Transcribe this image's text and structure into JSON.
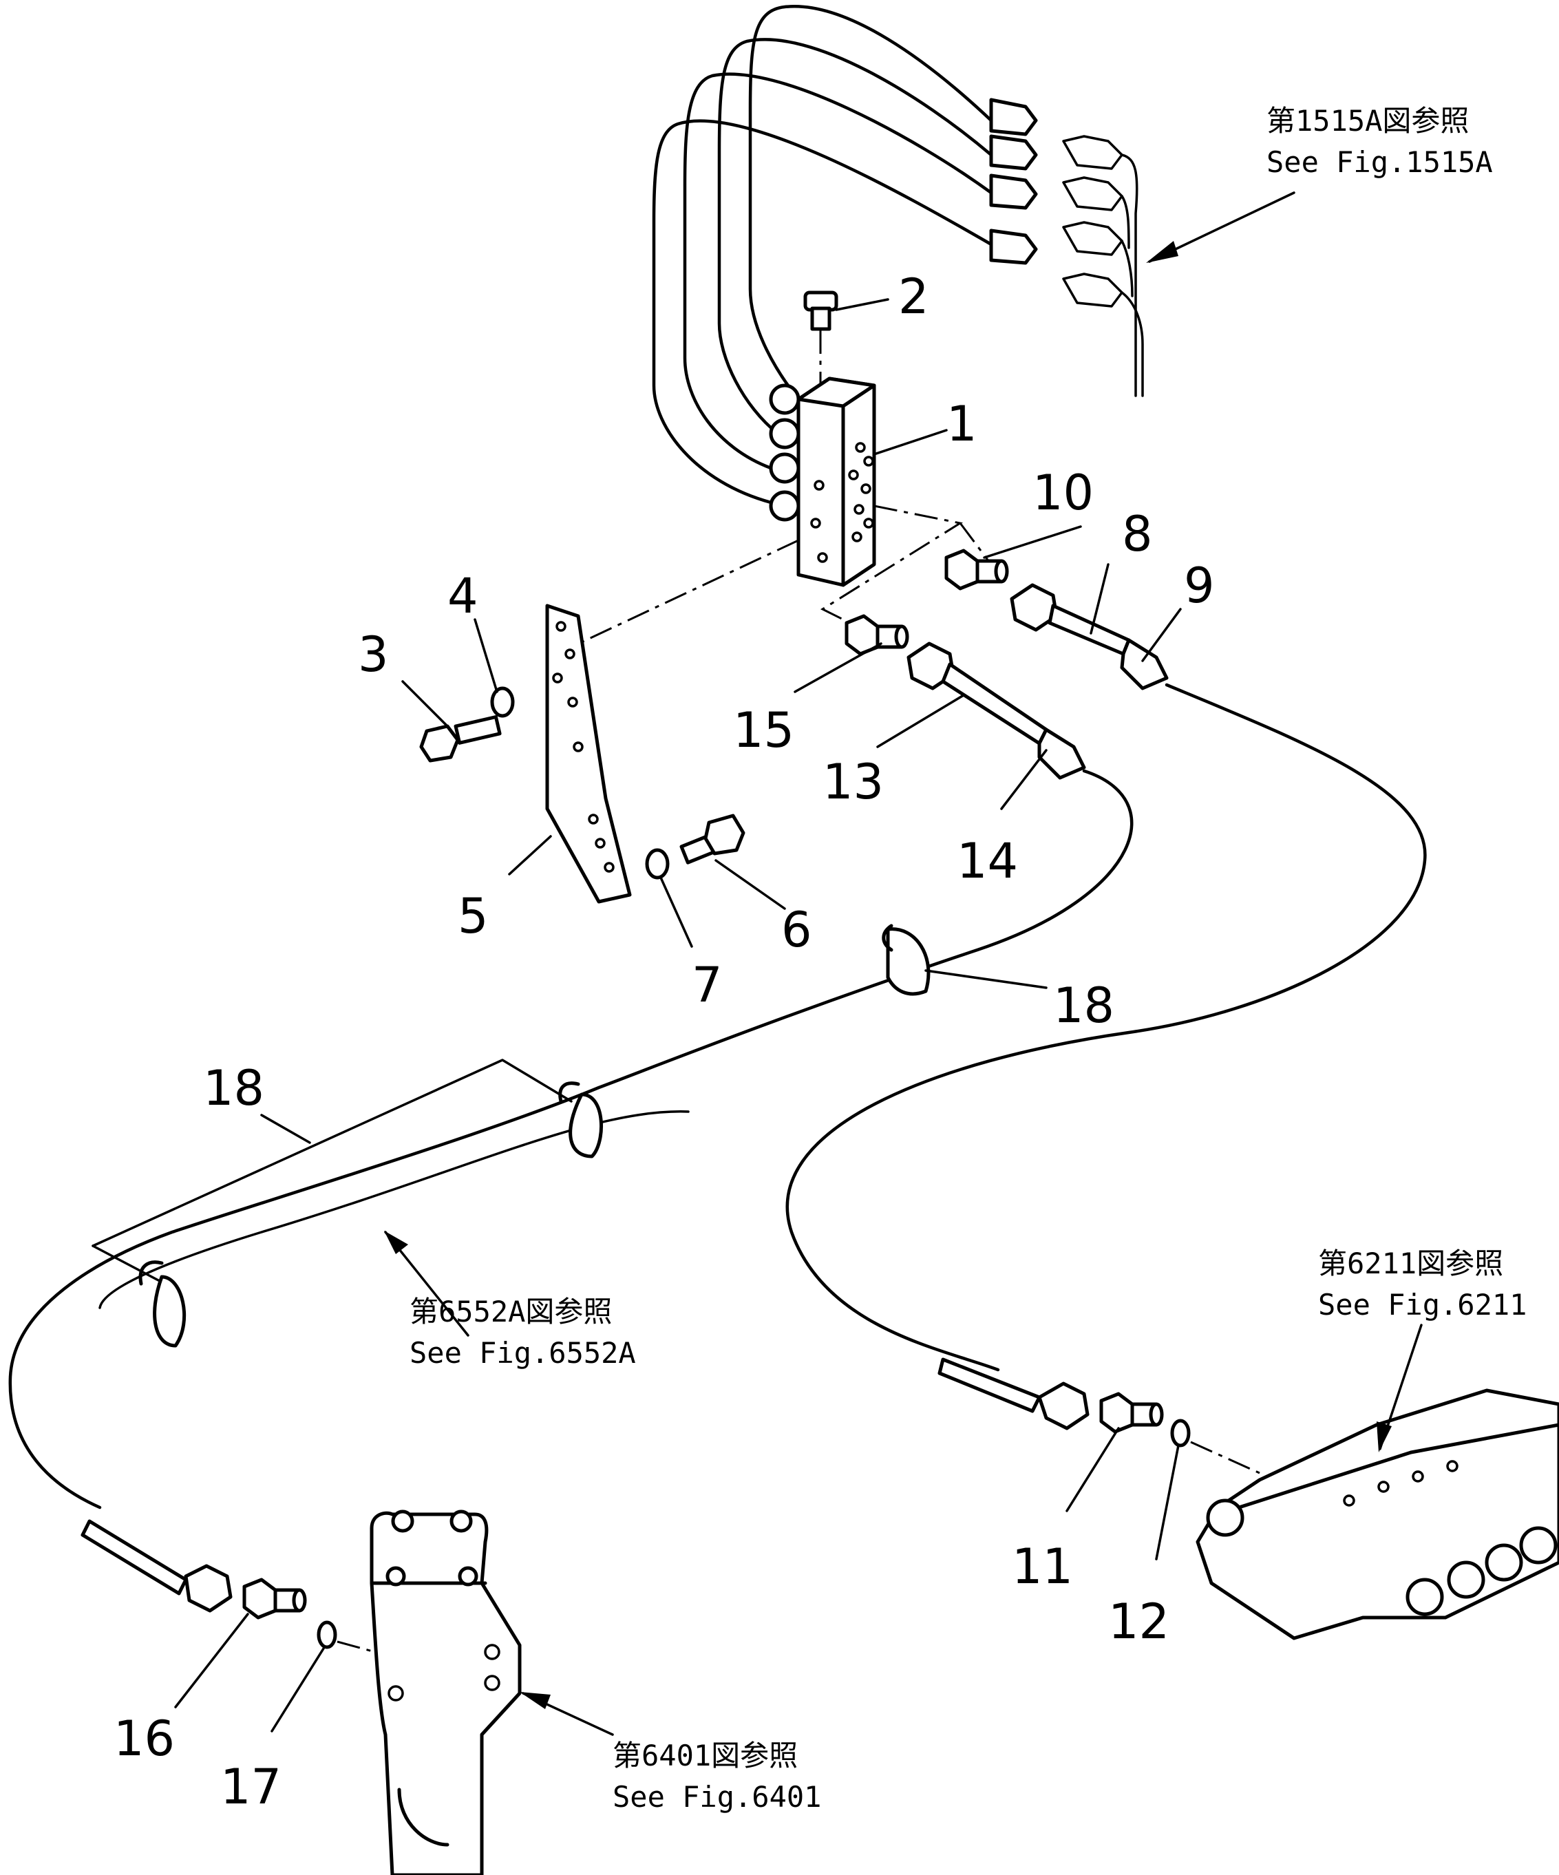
{
  "references": [
    {
      "id": "ref-1515a",
      "jp": "第1515A図参照",
      "en": "See Fig.1515A"
    },
    {
      "id": "ref-6552a",
      "jp": "第6552A図参照",
      "en": "See Fig.6552A"
    },
    {
      "id": "ref-6211",
      "jp": "第6211図参照",
      "en": "See Fig.6211"
    },
    {
      "id": "ref-6401",
      "jp": "第6401図参照",
      "en": "See Fig.6401"
    }
  ],
  "callouts": [
    "1",
    "2",
    "3",
    "4",
    "5",
    "6",
    "7",
    "8",
    "9",
    "10",
    "11",
    "12",
    "13",
    "14",
    "15",
    "16",
    "17",
    "18",
    "18"
  ]
}
